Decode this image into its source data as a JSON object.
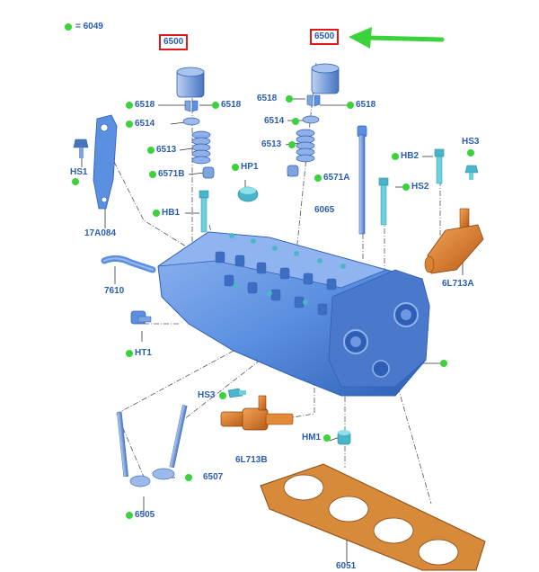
{
  "legend": {
    "label": "= 6049"
  },
  "parts": {
    "p6500a": "6500",
    "p6500b": "6500",
    "p6518a": "6518",
    "p6518b": "6518",
    "p6518c": "6518",
    "p6518d": "6518",
    "p6514a": "6514",
    "p6514b": "6514",
    "p6513a": "6513",
    "p6513b": "6513",
    "p6571Ba": "6571B",
    "p6571A": "6571A",
    "hs1": "HS1",
    "p17A084": "17A084",
    "hp1": "HP1",
    "hb1": "HB1",
    "p6065": "6065",
    "hb2": "HB2",
    "hs2": "HS2",
    "hs3a": "HS3",
    "p6L713A": "6L713A",
    "p7610": "7610",
    "ht1": "HT1",
    "hs3b": "HS3",
    "p6L713B": "6L713B",
    "hm1": "HM1",
    "p6507": "6507",
    "p6505": "6505",
    "p6051": "6051"
  },
  "colors": {
    "label": "#2a5db0",
    "marker": "#3bd23b",
    "highlight_box": "#e01818",
    "arrow": "#3bd23b",
    "head_fill": "#5b8fe0",
    "head_dark": "#2f5fb5",
    "solenoid": "#e07a22",
    "gasket": "#d78a3a"
  }
}
